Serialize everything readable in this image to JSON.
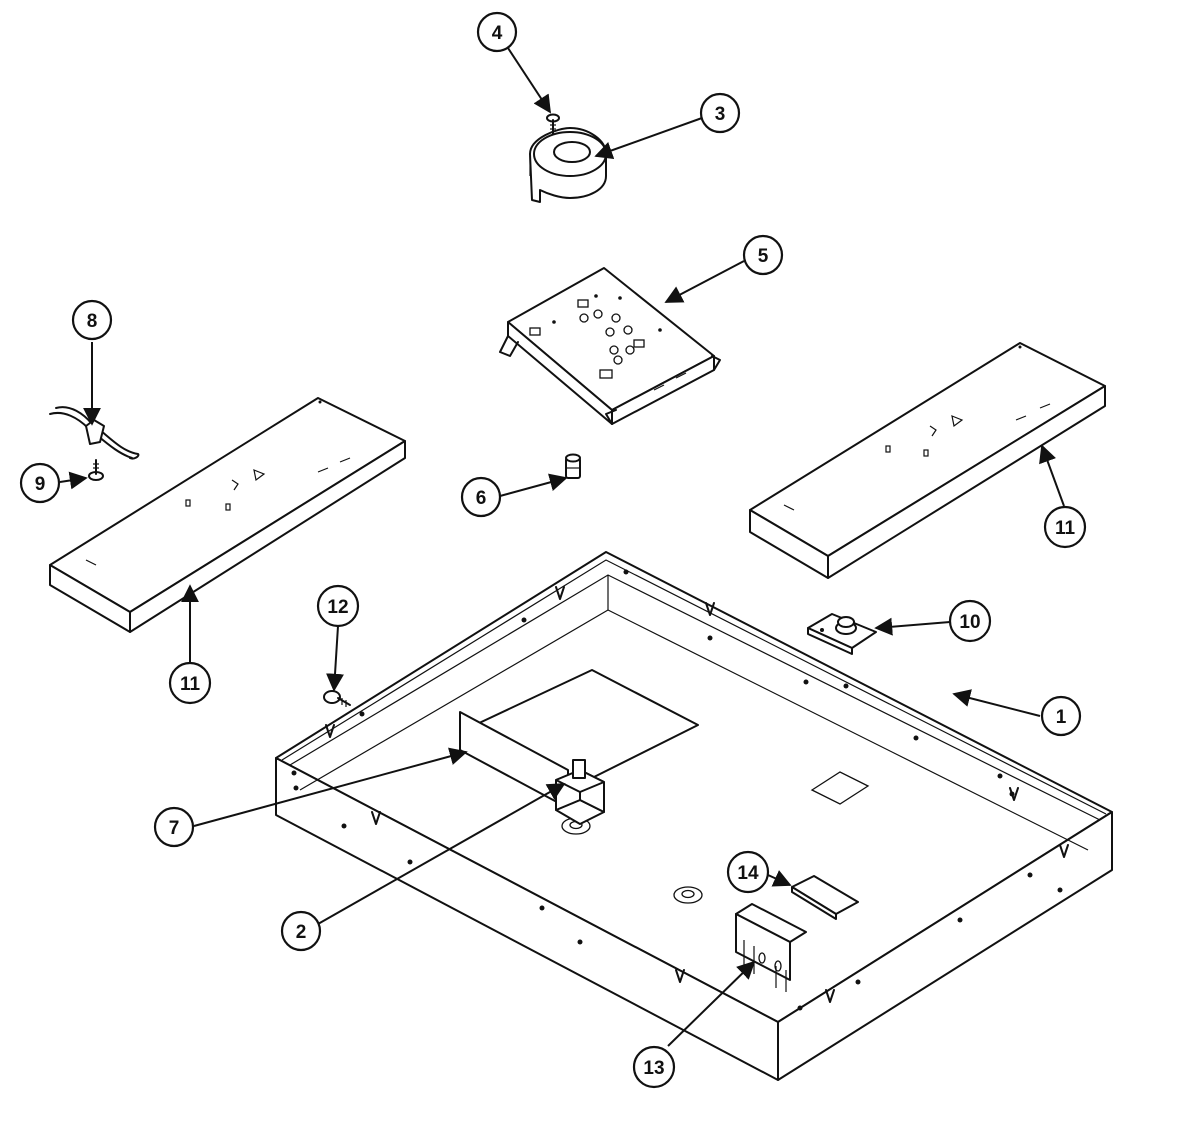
{
  "callouts": [
    {
      "key": "c1",
      "label": "1"
    },
    {
      "key": "c2",
      "label": "2"
    },
    {
      "key": "c3",
      "label": "3"
    },
    {
      "key": "c4",
      "label": "4"
    },
    {
      "key": "c5",
      "label": "5"
    },
    {
      "key": "c6",
      "label": "6"
    },
    {
      "key": "c7",
      "label": "7"
    },
    {
      "key": "c8",
      "label": "8"
    },
    {
      "key": "c9",
      "label": "9"
    },
    {
      "key": "c10",
      "label": "10"
    },
    {
      "key": "c11a",
      "label": "11"
    },
    {
      "key": "c11b",
      "label": "11"
    },
    {
      "key": "c12",
      "label": "12"
    },
    {
      "key": "c13",
      "label": "13"
    },
    {
      "key": "c14",
      "label": "14"
    }
  ]
}
